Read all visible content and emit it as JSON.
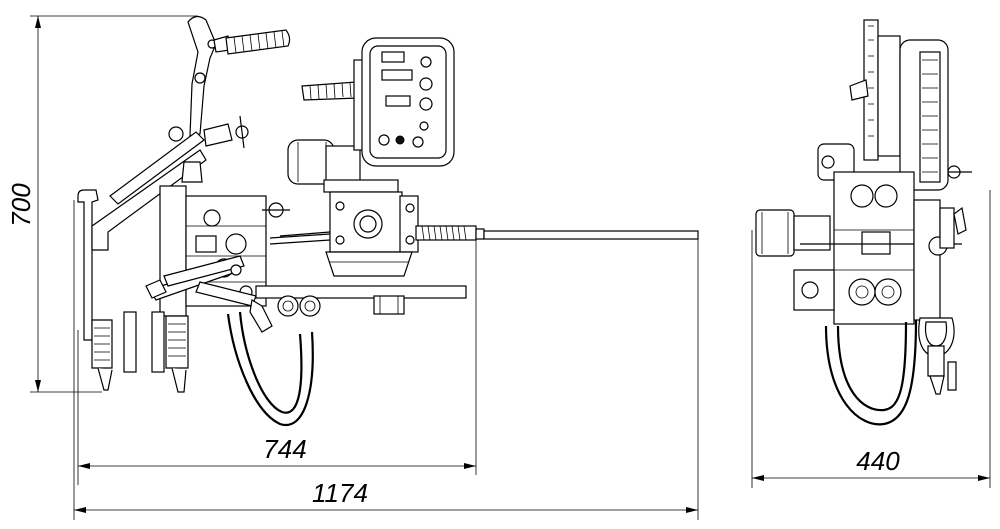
{
  "dimensions": {
    "height_label": "700",
    "width_inner_label": "744",
    "width_outer_label": "1174",
    "side_width_label": "440"
  }
}
